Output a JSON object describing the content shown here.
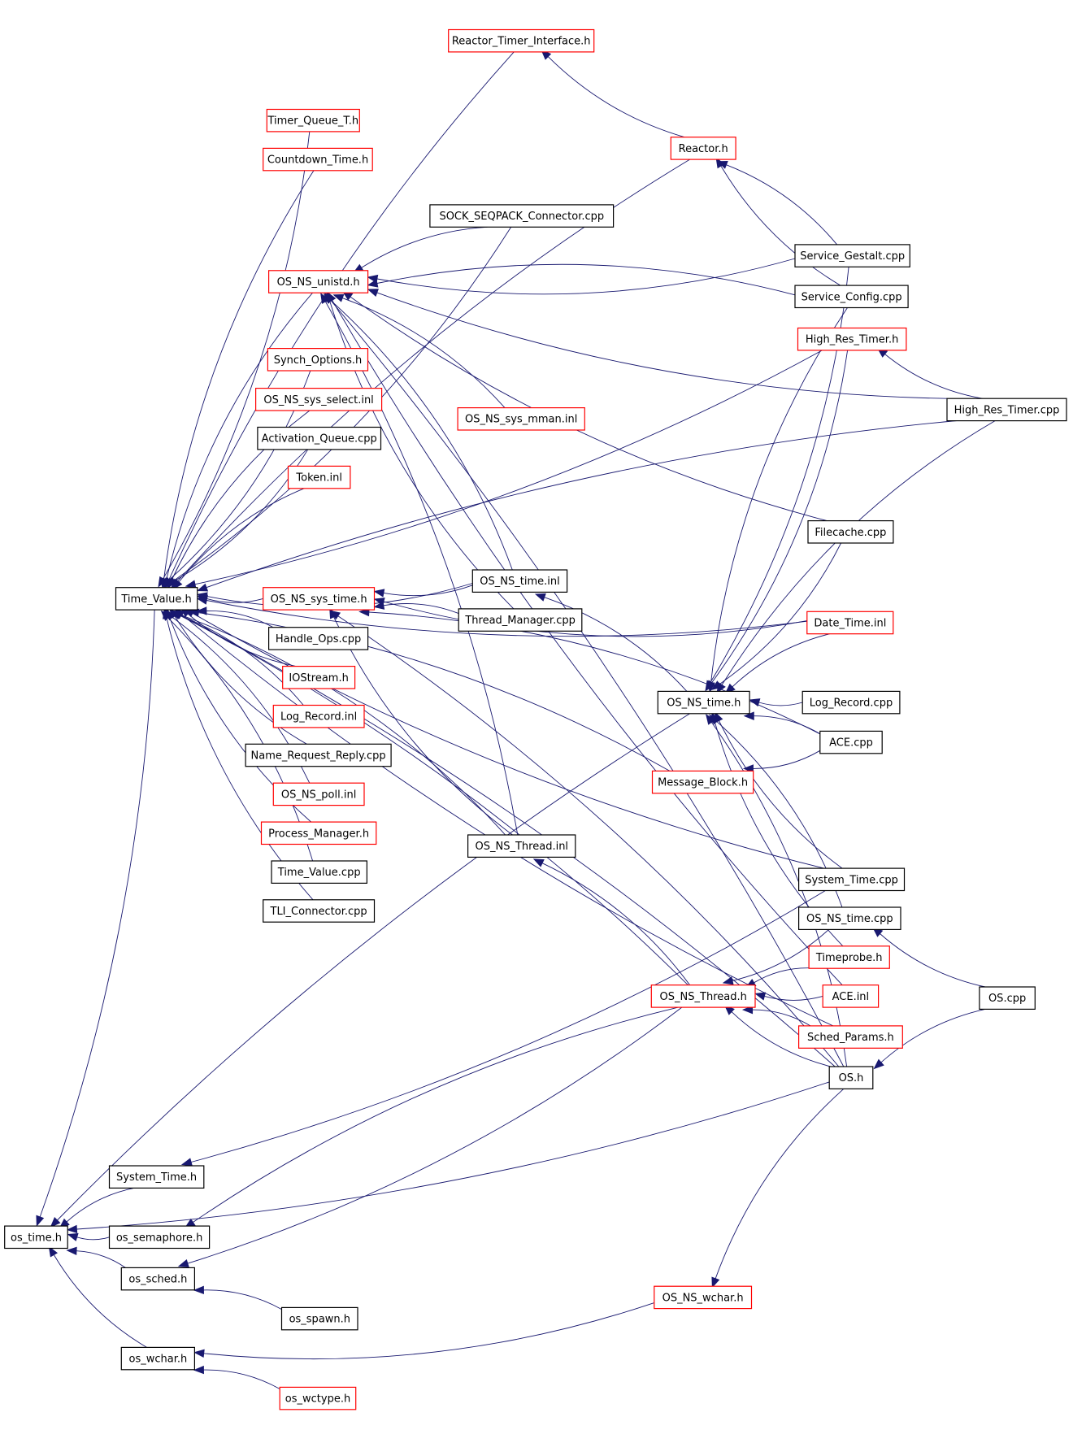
{
  "colors": {
    "edge": "#191970",
    "complete_border": "#000000",
    "truncated_border": "#ff0000",
    "root_fill": "#bfbfbf"
  },
  "nodes": [
    {
      "id": "os_time_h",
      "label": "os_time.h",
      "style": "root"
    },
    {
      "id": "time_value_h",
      "label": "Time_Value.h",
      "style": "black"
    },
    {
      "id": "system_time_h",
      "label": "System_Time.h",
      "style": "black"
    },
    {
      "id": "os_semaphore_h",
      "label": "os_semaphore.h",
      "style": "black"
    },
    {
      "id": "os_sched_h",
      "label": "os_sched.h",
      "style": "black"
    },
    {
      "id": "os_wchar_h",
      "label": "os_wchar.h",
      "style": "black"
    },
    {
      "id": "os_spawn_h",
      "label": "os_spawn.h",
      "style": "black"
    },
    {
      "id": "os_wctype_h",
      "label": "os_wctype.h",
      "style": "red"
    },
    {
      "id": "reactor_timer_interface_h",
      "label": "Reactor_Timer_Interface.h",
      "style": "red"
    },
    {
      "id": "timer_queue_t_h",
      "label": "Timer_Queue_T.h",
      "style": "red"
    },
    {
      "id": "countdown_time_h",
      "label": "Countdown_Time.h",
      "style": "red"
    },
    {
      "id": "sock_seqpack_connector_cpp",
      "label": "SOCK_SEQPACK_Connector.cpp",
      "style": "black"
    },
    {
      "id": "os_ns_unistd_h",
      "label": "OS_NS_unistd.h",
      "style": "red"
    },
    {
      "id": "synch_options_h",
      "label": "Synch_Options.h",
      "style": "red"
    },
    {
      "id": "os_ns_sys_select_inl",
      "label": "OS_NS_sys_select.inl",
      "style": "red"
    },
    {
      "id": "activation_queue_cpp",
      "label": "Activation_Queue.cpp",
      "style": "black"
    },
    {
      "id": "token_inl",
      "label": "Token.inl",
      "style": "red"
    },
    {
      "id": "os_ns_sys_time_h",
      "label": "OS_NS_sys_time.h",
      "style": "red"
    },
    {
      "id": "handle_ops_cpp",
      "label": "Handle_Ops.cpp",
      "style": "black"
    },
    {
      "id": "iostream_h",
      "label": "IOStream.h",
      "style": "red"
    },
    {
      "id": "log_record_inl",
      "label": "Log_Record.inl",
      "style": "red"
    },
    {
      "id": "name_request_reply_cpp",
      "label": "Name_Request_Reply.cpp",
      "style": "black"
    },
    {
      "id": "os_ns_poll_inl",
      "label": "OS_NS_poll.inl",
      "style": "red"
    },
    {
      "id": "process_manager_h",
      "label": "Process_Manager.h",
      "style": "red"
    },
    {
      "id": "time_value_cpp",
      "label": "Time_Value.cpp",
      "style": "black"
    },
    {
      "id": "tli_connector_cpp",
      "label": "TLI_Connector.cpp",
      "style": "black"
    },
    {
      "id": "reactor_h",
      "label": "Reactor.h",
      "style": "red"
    },
    {
      "id": "os_ns_sys_mman_inl",
      "label": "OS_NS_sys_mman.inl",
      "style": "red"
    },
    {
      "id": "os_ns_time_inl",
      "label": "OS_NS_time.inl",
      "style": "black"
    },
    {
      "id": "thread_manager_cpp",
      "label": "Thread_Manager.cpp",
      "style": "black"
    },
    {
      "id": "os_ns_thread_inl",
      "label": "OS_NS_Thread.inl",
      "style": "black"
    },
    {
      "id": "service_gestalt_cpp",
      "label": "Service_Gestalt.cpp",
      "style": "black"
    },
    {
      "id": "service_config_cpp",
      "label": "Service_Config.cpp",
      "style": "black"
    },
    {
      "id": "high_res_timer_h",
      "label": "High_Res_Timer.h",
      "style": "red"
    },
    {
      "id": "high_res_timer_cpp",
      "label": "High_Res_Timer.cpp",
      "style": "black"
    },
    {
      "id": "filecache_cpp",
      "label": "Filecache.cpp",
      "style": "black"
    },
    {
      "id": "date_time_inl",
      "label": "Date_Time.inl",
      "style": "red"
    },
    {
      "id": "os_ns_time_h",
      "label": "OS_NS_time.h",
      "style": "black"
    },
    {
      "id": "log_record_cpp",
      "label": "Log_Record.cpp",
      "style": "black"
    },
    {
      "id": "ace_cpp",
      "label": "ACE.cpp",
      "style": "black"
    },
    {
      "id": "message_block_h",
      "label": "Message_Block.h",
      "style": "red"
    },
    {
      "id": "system_time_cpp",
      "label": "System_Time.cpp",
      "style": "black"
    },
    {
      "id": "os_ns_time_cpp",
      "label": "OS_NS_time.cpp",
      "style": "black"
    },
    {
      "id": "timeprobe_h",
      "label": "Timeprobe.h",
      "style": "red"
    },
    {
      "id": "os_ns_thread_h",
      "label": "OS_NS_Thread.h",
      "style": "red"
    },
    {
      "id": "ace_inl",
      "label": "ACE.inl",
      "style": "red"
    },
    {
      "id": "sched_params_h",
      "label": "Sched_Params.h",
      "style": "red"
    },
    {
      "id": "os_h",
      "label": "OS.h",
      "style": "black"
    },
    {
      "id": "os_cpp",
      "label": "OS.cpp",
      "style": "black"
    },
    {
      "id": "os_ns_wchar_h",
      "label": "OS_NS_wchar.h",
      "style": "red"
    }
  ],
  "edges": [
    {
      "from": "time_value_h",
      "to": "os_time_h"
    },
    {
      "from": "system_time_h",
      "to": "os_time_h"
    },
    {
      "from": "os_semaphore_h",
      "to": "os_time_h"
    },
    {
      "from": "os_sched_h",
      "to": "os_time_h"
    },
    {
      "from": "os_wchar_h",
      "to": "os_time_h"
    },
    {
      "from": "os_ns_time_h",
      "to": "os_time_h"
    },
    {
      "from": "os_h",
      "to": "os_time_h"
    },
    {
      "from": "os_spawn_h",
      "to": "os_sched_h"
    },
    {
      "from": "os_ns_thread_h",
      "to": "os_sched_h"
    },
    {
      "from": "os_wctype_h",
      "to": "os_wchar_h"
    },
    {
      "from": "os_ns_wchar_h",
      "to": "os_wchar_h"
    },
    {
      "from": "os_ns_thread_h",
      "to": "os_semaphore_h"
    },
    {
      "from": "system_time_cpp",
      "to": "system_time_h"
    },
    {
      "from": "reactor_timer_interface_h",
      "to": "time_value_h"
    },
    {
      "from": "timer_queue_t_h",
      "to": "time_value_h"
    },
    {
      "from": "countdown_time_h",
      "to": "time_value_h"
    },
    {
      "from": "sock_seqpack_connector_cpp",
      "to": "time_value_h"
    },
    {
      "from": "os_ns_unistd_h",
      "to": "time_value_h"
    },
    {
      "from": "synch_options_h",
      "to": "time_value_h"
    },
    {
      "from": "os_ns_sys_select_inl",
      "to": "time_value_h"
    },
    {
      "from": "activation_queue_cpp",
      "to": "time_value_h"
    },
    {
      "from": "token_inl",
      "to": "time_value_h"
    },
    {
      "from": "os_ns_sys_time_h",
      "to": "time_value_h"
    },
    {
      "from": "handle_ops_cpp",
      "to": "time_value_h"
    },
    {
      "from": "iostream_h",
      "to": "time_value_h"
    },
    {
      "from": "log_record_inl",
      "to": "time_value_h"
    },
    {
      "from": "name_request_reply_cpp",
      "to": "time_value_h"
    },
    {
      "from": "os_ns_poll_inl",
      "to": "time_value_h"
    },
    {
      "from": "process_manager_h",
      "to": "time_value_h"
    },
    {
      "from": "time_value_cpp",
      "to": "time_value_h"
    },
    {
      "from": "tli_connector_cpp",
      "to": "time_value_h"
    },
    {
      "from": "reactor_h",
      "to": "time_value_h"
    },
    {
      "from": "os_ns_time_inl",
      "to": "time_value_h"
    },
    {
      "from": "os_ns_thread_inl",
      "to": "time_value_h"
    },
    {
      "from": "high_res_timer_h",
      "to": "time_value_h"
    },
    {
      "from": "high_res_timer_cpp",
      "to": "time_value_h"
    },
    {
      "from": "date_time_inl",
      "to": "time_value_h"
    },
    {
      "from": "message_block_h",
      "to": "time_value_h"
    },
    {
      "from": "system_time_cpp",
      "to": "time_value_h"
    },
    {
      "from": "os_ns_thread_h",
      "to": "time_value_h"
    },
    {
      "from": "sched_params_h",
      "to": "time_value_h"
    },
    {
      "from": "os_h",
      "to": "time_value_h"
    },
    {
      "from": "reactor_h",
      "to": "reactor_timer_interface_h"
    },
    {
      "from": "service_gestalt_cpp",
      "to": "reactor_h"
    },
    {
      "from": "service_config_cpp",
      "to": "reactor_h"
    },
    {
      "from": "sock_seqpack_connector_cpp",
      "to": "os_ns_unistd_h"
    },
    {
      "from": "service_gestalt_cpp",
      "to": "os_ns_unistd_h"
    },
    {
      "from": "service_config_cpp",
      "to": "os_ns_unistd_h"
    },
    {
      "from": "high_res_timer_cpp",
      "to": "os_ns_unistd_h"
    },
    {
      "from": "os_ns_sys_mman_inl",
      "to": "os_ns_unistd_h"
    },
    {
      "from": "filecache_cpp",
      "to": "os_ns_unistd_h"
    },
    {
      "from": "os_ns_time_inl",
      "to": "os_ns_unistd_h"
    },
    {
      "from": "thread_manager_cpp",
      "to": "os_ns_unistd_h"
    },
    {
      "from": "os_ns_thread_inl",
      "to": "os_ns_unistd_h"
    },
    {
      "from": "ace_inl",
      "to": "os_ns_unistd_h"
    },
    {
      "from": "os_h",
      "to": "os_ns_unistd_h"
    },
    {
      "from": "os_ns_time_inl",
      "to": "os_ns_sys_time_h"
    },
    {
      "from": "thread_manager_cpp",
      "to": "os_ns_sys_time_h"
    },
    {
      "from": "date_time_inl",
      "to": "os_ns_sys_time_h"
    },
    {
      "from": "ace_cpp",
      "to": "os_ns_sys_time_h"
    },
    {
      "from": "os_ns_thread_inl",
      "to": "os_ns_sys_time_h"
    },
    {
      "from": "os_h",
      "to": "os_ns_sys_time_h"
    },
    {
      "from": "high_res_timer_cpp",
      "to": "high_res_timer_h"
    },
    {
      "from": "os_ns_time_h",
      "to": "os_ns_time_inl"
    },
    {
      "from": "log_record_cpp",
      "to": "os_ns_time_h"
    },
    {
      "from": "ace_cpp",
      "to": "os_ns_time_h"
    },
    {
      "from": "service_gestalt_cpp",
      "to": "os_ns_time_h"
    },
    {
      "from": "service_config_cpp",
      "to": "os_ns_time_h"
    },
    {
      "from": "high_res_timer_h",
      "to": "os_ns_time_h"
    },
    {
      "from": "high_res_timer_cpp",
      "to": "os_ns_time_h"
    },
    {
      "from": "filecache_cpp",
      "to": "os_ns_time_h"
    },
    {
      "from": "date_time_inl",
      "to": "os_ns_time_h"
    },
    {
      "from": "system_time_cpp",
      "to": "os_ns_time_h"
    },
    {
      "from": "os_ns_time_cpp",
      "to": "os_ns_time_h"
    },
    {
      "from": "timeprobe_h",
      "to": "os_ns_time_h"
    },
    {
      "from": "os_h",
      "to": "os_ns_time_h"
    },
    {
      "from": "ace_cpp",
      "to": "message_block_h"
    },
    {
      "from": "os_ns_thread_h",
      "to": "os_ns_thread_inl"
    },
    {
      "from": "os_ns_time_cpp",
      "to": "os_ns_thread_h"
    },
    {
      "from": "timeprobe_h",
      "to": "os_ns_thread_h"
    },
    {
      "from": "ace_inl",
      "to": "os_ns_thread_h"
    },
    {
      "from": "sched_params_h",
      "to": "os_ns_thread_h"
    },
    {
      "from": "os_h",
      "to": "os_ns_thread_h"
    },
    {
      "from": "os_cpp",
      "to": "os_h"
    },
    {
      "from": "os_cpp",
      "to": "os_ns_time_cpp"
    },
    {
      "from": "os_h",
      "to": "os_ns_wchar_h"
    }
  ]
}
